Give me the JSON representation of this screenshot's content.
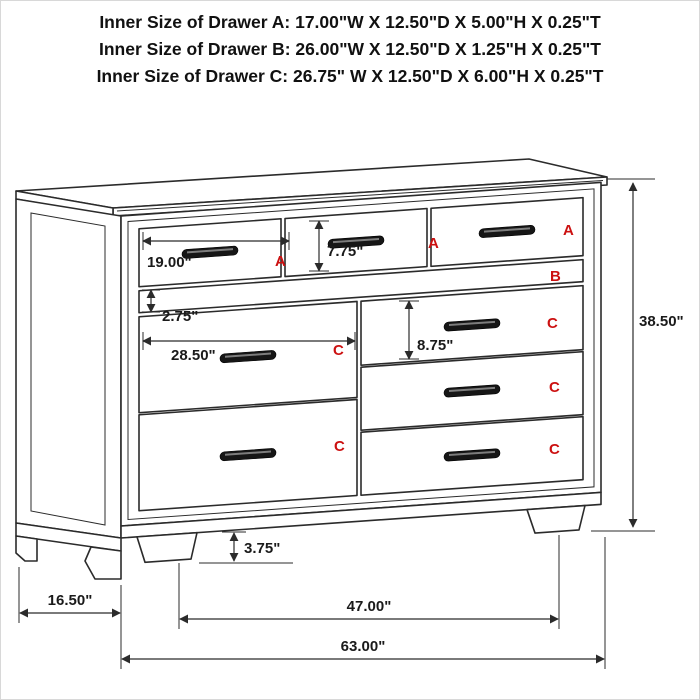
{
  "header": {
    "line_a": "Inner Size of Drawer A: 17.00\"W X 12.50\"D X 5.00\"H X 0.25\"T",
    "line_b": "Inner Size of Drawer B: 26.00\"W X 12.50\"D X 1.25\"H X 0.25\"T",
    "line_c": "Inner Size of Drawer C: 26.75\" W X 12.50\"D X 6.00\"H X 0.25\"T"
  },
  "diagram": {
    "labels": {
      "drawer_a1": "A",
      "drawer_a2": "A",
      "drawer_a3": "A",
      "drawer_b": "B",
      "drawer_c_left_top": "C",
      "drawer_c_left_bottom": "C",
      "drawer_c_right_top": "C",
      "drawer_c_right_middle": "C",
      "drawer_c_right_bottom": "C"
    },
    "dimensions": {
      "drawer_a_width": "19.00\"",
      "drawer_a_height": "7.75\"",
      "drawer_b_height": "2.75\"",
      "drawer_c_width": "28.50\"",
      "drawer_c_height": "8.75\"",
      "overall_height": "38.50\"",
      "foot_height": "3.75\"",
      "side_depth": "16.50\"",
      "feet_span": "47.00\"",
      "overall_width": "63.00\""
    },
    "colors": {
      "label_red": "#cc1111",
      "line": "#2b2b2b"
    }
  }
}
